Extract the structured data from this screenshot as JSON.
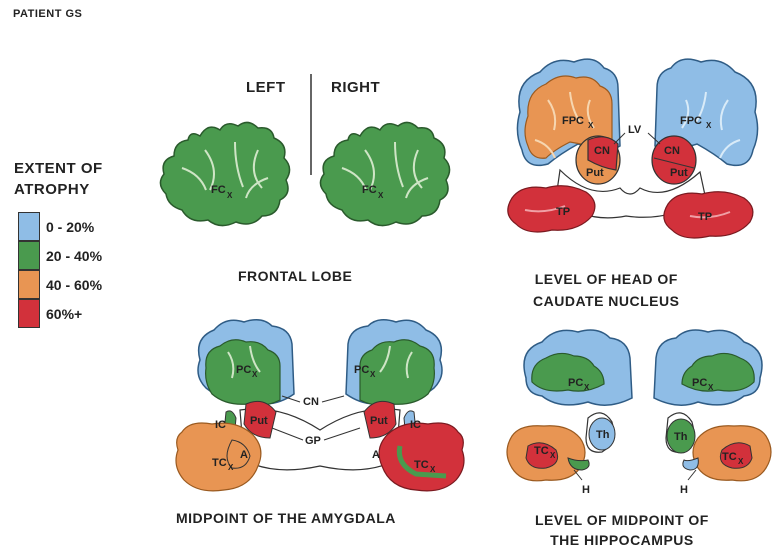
{
  "patient_label": "PATIENT GS",
  "legend": {
    "title_line1": "EXTENT OF",
    "title_line2": "ATROPHY",
    "items": [
      {
        "label": "0 - 20%",
        "color": "#8fbde6"
      },
      {
        "label": "20 - 40%",
        "color": "#4a9a4e"
      },
      {
        "label": "40 - 60%",
        "color": "#e89553"
      },
      {
        "label": "60%+",
        "color": "#d2313b"
      }
    ]
  },
  "sides": {
    "left": "LEFT",
    "right": "RIGHT"
  },
  "panels": {
    "frontal": {
      "caption": "FRONTAL LOBE",
      "labels": {
        "fcx_left": "FC",
        "fcx_right": "FC",
        "sub": "X"
      }
    },
    "caudate": {
      "caption_line1": "LEVEL OF HEAD OF",
      "caption_line2": "CAUDATE NUCLEUS",
      "labels": {
        "fpcx": "FPC",
        "sub": "X",
        "lv": "LV",
        "cn": "CN",
        "put": "Put",
        "tp": "TP"
      }
    },
    "amygdala": {
      "caption": "MIDPOINT OF THE AMYGDALA",
      "labels": {
        "pcx": "PC",
        "sub": "X",
        "cn": "CN",
        "gp": "GP",
        "put": "Put",
        "ic": "IC",
        "a": "A",
        "tcx": "TC"
      }
    },
    "hippocampus": {
      "caption_line1": "LEVEL OF MIDPOINT OF",
      "caption_line2": "THE HIPPOCAMPUS",
      "labels": {
        "pcx": "PC",
        "sub": "X",
        "th": "Th",
        "tcx": "TC",
        "h": "H"
      }
    }
  }
}
